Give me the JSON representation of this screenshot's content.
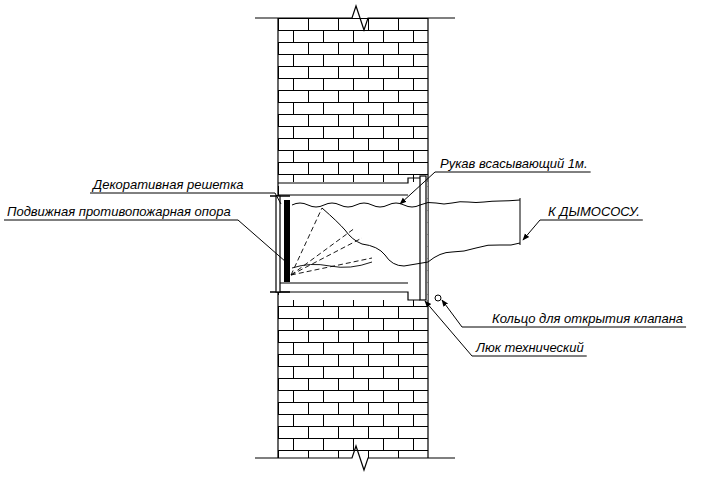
{
  "diagram": {
    "labels": [
      "Декоративная решетка",
      "Подвижная противопожарная опора",
      "Рукав всасывающий 1м.",
      "К ДЫМОСОСУ.",
      "Кольцо для открытия клапана",
      "Люк технический"
    ]
  }
}
